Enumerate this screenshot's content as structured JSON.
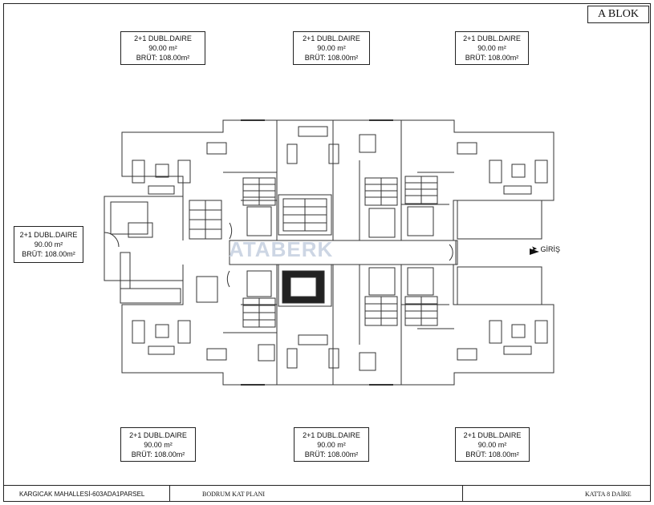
{
  "block_title": "A BLOK",
  "units": [
    {
      "type": "2+1 DUBL.DAIRE",
      "net": "90.00 m²",
      "gross": "BRÜT: 108.00m²"
    },
    {
      "type": "2+1 DUBL.DAIRE",
      "net": "90.00 m²",
      "gross": "BRÜT: 108.00m²"
    },
    {
      "type": "2+1 DUBL.DAIRE",
      "net": "90.00 m²",
      "gross": "BRÜT: 108.00m²"
    },
    {
      "type": "2+1 DUBL.DAIRE",
      "net": "90.00 m²",
      "gross": "BRÜT: 108.00m²"
    },
    {
      "type": "2+1 DUBL.DAIRE",
      "net": "90.00 m²",
      "gross": "BRÜT: 108.00m²"
    },
    {
      "type": "2+1 DUBL.DAIRE",
      "net": "90.00 m²",
      "gross": "BRÜT: 108.00m²"
    },
    {
      "type": "2+1 DUBL.DAIRE",
      "net": "90.00 m²",
      "gross": "BRÜT: 108.00m²"
    }
  ],
  "entrance_label": "GİRİŞ",
  "watermark": "ATABERK",
  "footer": {
    "location": "KARGICAK MAHALLESİ-603ADA1PARSEL",
    "plan_name": "BODRUM KAT PLANI",
    "floor_units": "KATTA 8 DAİRE"
  }
}
